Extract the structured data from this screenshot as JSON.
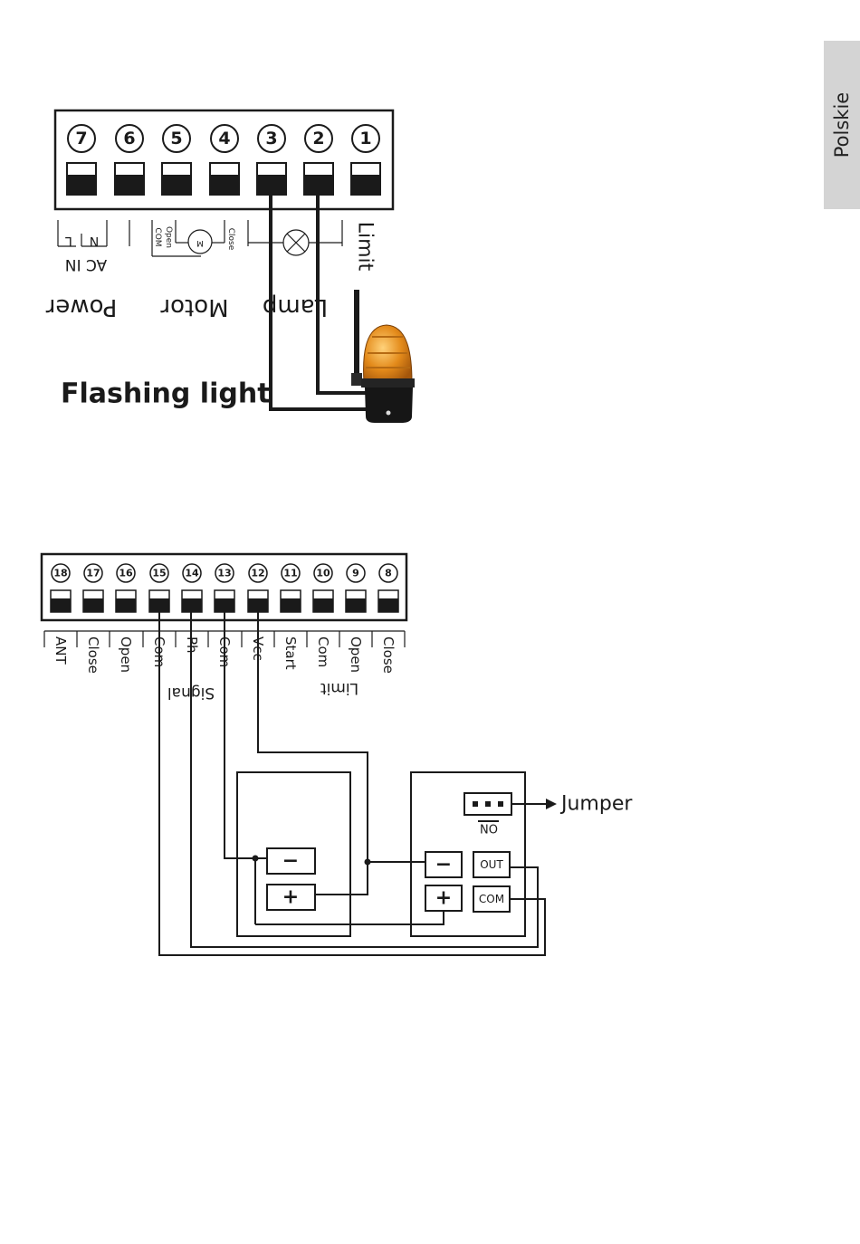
{
  "side_tab": {
    "label": "Polskie"
  },
  "top_block": {
    "terminals": [
      "7",
      "6",
      "5",
      "4",
      "3",
      "2",
      "1"
    ],
    "wire_labels": {
      "l": "L",
      "n": "N",
      "open": "Open",
      "com": "COM",
      "close": "Close",
      "m": "M",
      "limit": "Limit",
      "ac_in": "AC IN"
    },
    "group_labels": {
      "power": "Power",
      "motor": "Motor",
      "lamp": "Lamp"
    },
    "device_label": "Flashing light"
  },
  "bottom_block": {
    "terminals": [
      "18",
      "17",
      "16",
      "15",
      "14",
      "13",
      "12",
      "11",
      "10",
      "9",
      "8"
    ],
    "labels": [
      "ANT",
      "Close",
      "Open",
      "Com",
      "Ph",
      "Com",
      "Vcc",
      "Start",
      "Com",
      "Open",
      "Close"
    ],
    "signal": "Signal",
    "limit": "Limit",
    "jumper": "Jumper",
    "no": "NO",
    "left_box": {
      "minus": "−",
      "plus": "+"
    },
    "right_box": {
      "minus": "−",
      "plus": "+",
      "out": "OUT",
      "com": "COM"
    }
  },
  "colors": {
    "lamp_body": "#e38a1a",
    "lamp_base": "#161616",
    "tab_bg": "#d4d4d4"
  }
}
